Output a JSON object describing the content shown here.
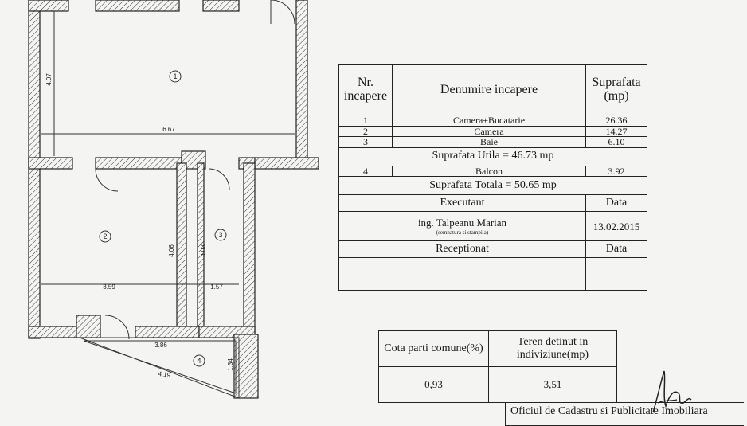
{
  "plan": {
    "rooms": [
      {
        "num": "1"
      },
      {
        "num": "2"
      },
      {
        "num": "3"
      },
      {
        "num": "4"
      }
    ],
    "dimensions": [
      "4.07",
      "6.67",
      "4.06",
      "4.03",
      "3.59",
      "1.57",
      "3.86",
      "4.19",
      "1.34"
    ]
  },
  "table": {
    "header": {
      "nr": "Nr. incapere",
      "name": "Denumire incapere",
      "area": "Suprafata (mp)"
    },
    "rows": [
      {
        "nr": "1",
        "name": "Camera+Bucatarie",
        "area": "26.36"
      },
      {
        "nr": "2",
        "name": "Camera",
        "area": "14.27"
      },
      {
        "nr": "3",
        "name": "Baie",
        "area": "6.10"
      }
    ],
    "suprafata_utila": "Suprafata Utila =  46.73 mp",
    "balcon": {
      "nr": "4",
      "name": "Balcon",
      "area": "3.92"
    },
    "suprafata_totala": "Suprafata Totala = 50.65 mp",
    "executant_label": "Executant",
    "data_label": "Data",
    "executant_name": "ing. Talpeanu Marian",
    "executant_note": "(semnatura si stampila)",
    "executant_date": "13.02.2015",
    "receptionat_label": "Receptionat",
    "data_label_2": "Data"
  },
  "cota": {
    "h1": "Cota parti comune(%)",
    "h2": "Teren detinut in indiviziune(mp)",
    "v1": "0,93",
    "v2": "3,51"
  },
  "stamp": {
    "text": "Oficiul de Cadastru si Publicitate Imobiliara"
  }
}
